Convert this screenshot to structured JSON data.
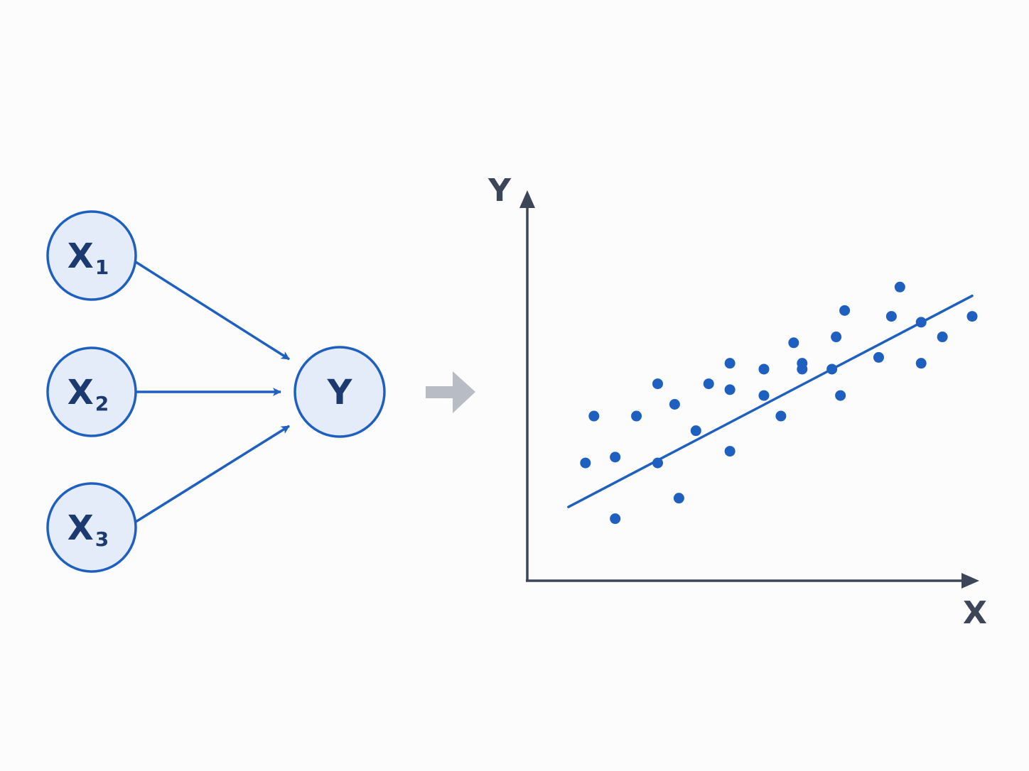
{
  "colors": {
    "node_stroke": "#1f5fbf",
    "node_fill": "#e3ecf8",
    "node_text": "#1c3a70",
    "edge": "#1f5fbf",
    "transition_arrow": "#b8bcc4",
    "axis": "#3c4658",
    "points": "#1f5fbf",
    "fit_line": "#1f5fbf"
  },
  "diagram": {
    "inputs": [
      {
        "letter": "X",
        "subscript": "1"
      },
      {
        "letter": "X",
        "subscript": "2"
      },
      {
        "letter": "X",
        "subscript": "3"
      }
    ],
    "output": {
      "letter": "Y"
    }
  },
  "chart_data": {
    "type": "scatter",
    "xlabel": "X",
    "ylabel": "Y",
    "grid": false,
    "xlim": [
      0,
      100
    ],
    "ylim": [
      0,
      100
    ],
    "points": [
      [
        9,
        30
      ],
      [
        11,
        46
      ],
      [
        16,
        11
      ],
      [
        16,
        32
      ],
      [
        21,
        46
      ],
      [
        26,
        30
      ],
      [
        26,
        57
      ],
      [
        31,
        18
      ],
      [
        30,
        50
      ],
      [
        35,
        41
      ],
      [
        38,
        57
      ],
      [
        43,
        34
      ],
      [
        43,
        55
      ],
      [
        43,
        64
      ],
      [
        51,
        53
      ],
      [
        51,
        62
      ],
      [
        55,
        46
      ],
      [
        58,
        71
      ],
      [
        60,
        62
      ],
      [
        60,
        64
      ],
      [
        67,
        62
      ],
      [
        68,
        73
      ],
      [
        69,
        53
      ],
      [
        70,
        82
      ],
      [
        78,
        66
      ],
      [
        81,
        80
      ],
      [
        83,
        90
      ],
      [
        88,
        78
      ],
      [
        88,
        64
      ],
      [
        93,
        73
      ],
      [
        100,
        80
      ]
    ],
    "fit_line": {
      "x": [
        5,
        100
      ],
      "y": [
        15,
        87
      ]
    }
  }
}
